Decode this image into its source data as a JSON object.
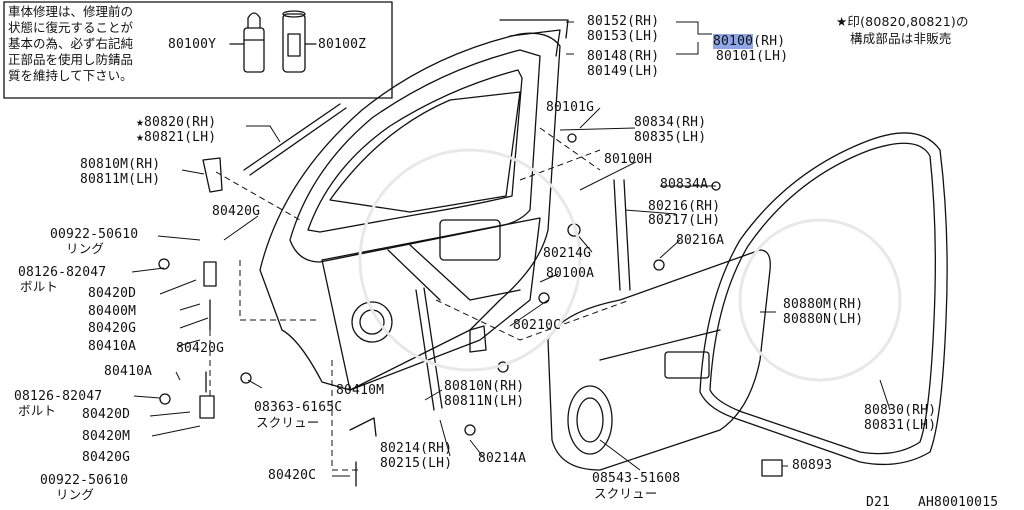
{
  "note_box": {
    "text": "車体修理は、修理前の\n状態に復元することが\n基本の為、必ず右記純\n正部品を使用し防錆品\n質を維持して下さい。"
  },
  "top_right_note": {
    "line1": "★印(80820,80821)の",
    "line2": "構成部品は非販売"
  },
  "labels": {
    "p80100Y": "80100Y",
    "p80100Z": "80100Z",
    "p80152": "80152(RH)",
    "p80153": "80153(LH)",
    "p80148": "80148(RH)",
    "p80149": "80149(LH)",
    "p80100": "80100",
    "p80100_rh": "(RH)",
    "p80101": "80101(LH)",
    "p80820": "★80820(RH)",
    "p80821": "★80821(LH)",
    "p80101G": "80101G",
    "p80834": "80834(RH)",
    "p80835": "80835(LH)",
    "p80810M": "80810M(RH)",
    "p80811M": "80811M(LH)",
    "p80100H": "80100H",
    "p80834A": "80834A",
    "p80420G_1": "80420G",
    "p80216": "80216(RH)",
    "p80217": "80217(LH)",
    "p00922_1": "00922-50610",
    "p00922_1_sub": "リング",
    "p80214G": "80214G",
    "p80216A": "80216A",
    "p08126_1": "08126-82047",
    "p08126_1_sub": "ボルト",
    "p80100A": "80100A",
    "p80420D_1": "80420D",
    "p80400M": "80400M",
    "p80420G_2": "80420G",
    "p80880M": "80880M(RH)",
    "p80880N": "80880N(LH)",
    "p80410A_1": "80410A",
    "p80210C": "80210C",
    "p80420G_3": "80420G",
    "p80410A_2": "80410A",
    "p08126_2": "08126-82047",
    "p08126_2_sub": "ボルト",
    "p80420D_2": "80420D",
    "p80420M": "80420M",
    "p80420G_4": "80420G",
    "p00922_2": "00922-50610",
    "p00922_2_sub": "リング",
    "p80410M": "80410M",
    "p80810N": "80810N(RH)",
    "p80811N": "80811N(LH)",
    "p08363": "08363-6165C",
    "p08363_sub": "スクリュー",
    "p80830": "80830(RH)",
    "p80831": "80831(LH)",
    "p80214": "80214(RH)",
    "p80215": "80215(LH)",
    "p80214A": "80214A",
    "p80420C": "80420C",
    "p08543": "08543-51608",
    "p08543_sub": "スクリュー",
    "p80893": "80893",
    "footer_model": "D21",
    "footer_code": "AH80010015"
  },
  "colors": {
    "highlight": "#8fa6e6",
    "ink": "#111111"
  }
}
